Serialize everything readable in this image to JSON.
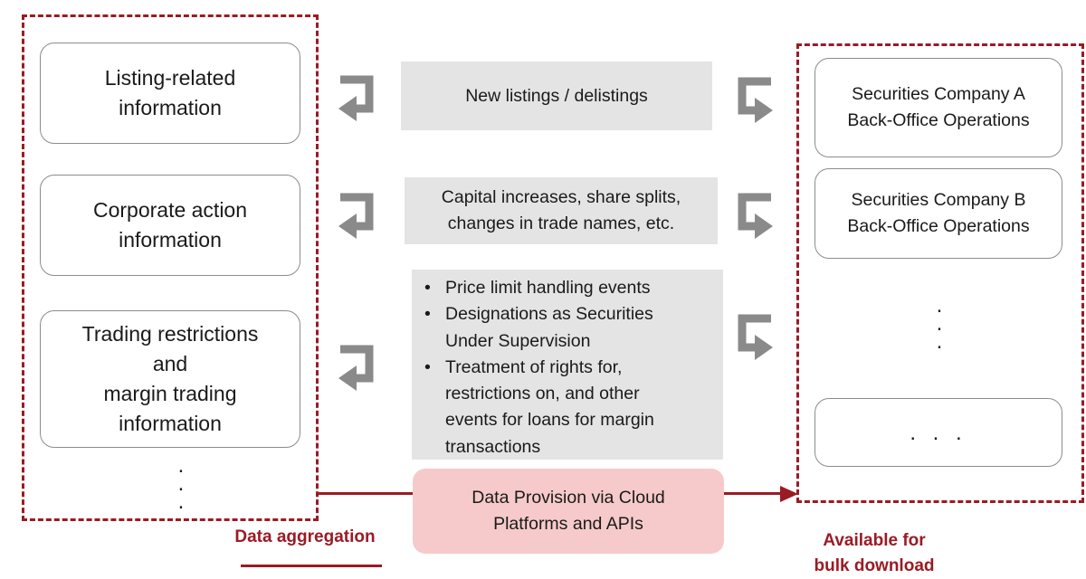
{
  "left_column": {
    "items": [
      {
        "text": "Listing-related\ninformation"
      },
      {
        "text": "Corporate action\ninformation"
      },
      {
        "text": "Trading restrictions\nand\nmargin trading\ninformation"
      }
    ],
    "ellipsis": ".\n.\n."
  },
  "middle_column": {
    "row1": "New listings / delistings",
    "row2": "Capital increases, share splits,\nchanges in trade names, etc.",
    "row3_bullets": [
      "Price limit handling events",
      "Designations as Securities\nUnder Supervision",
      "Treatment of rights for,\nrestrictions on, and other\nevents for loans for margin\ntransactions"
    ],
    "provision": "Data Provision via Cloud\nPlatforms and APIs"
  },
  "right_column": {
    "companies": [
      {
        "text": "Securities Company A\nBack-Office Operations"
      },
      {
        "text": "Securities Company B\nBack-Office Operations"
      }
    ],
    "ellipsis_vertical": ".\n.\n.",
    "ellipsis_box": ". . ."
  },
  "labels": {
    "data_aggregation": "Data aggregation",
    "bulk_download": "Available for\nbulk download"
  },
  "colors": {
    "accent_red": "#9a1b24",
    "arrow_grey": "#8a8a8a",
    "grey_box": "#e4e4e4",
    "pink_box": "#f6caca"
  },
  "icons": [
    "u-turn-left-arrow-icon",
    "u-turn-right-arrow-icon"
  ]
}
